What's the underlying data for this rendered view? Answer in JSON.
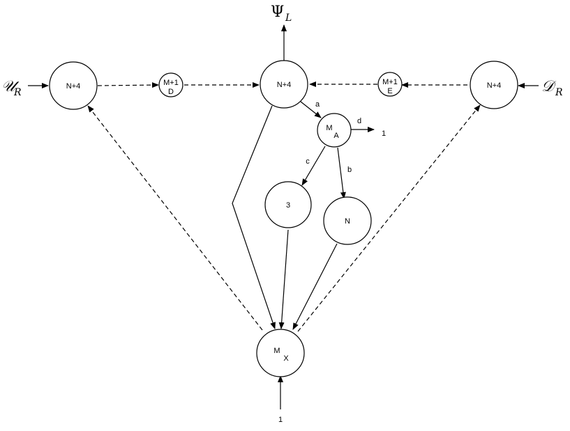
{
  "inputs": {
    "left_main": "𝒰",
    "left_sub": "R",
    "right_main": "𝒟",
    "right_sub": "R",
    "top_main": "Ψ",
    "top_sub": "L"
  },
  "nodes": {
    "left": "N+4",
    "center": "N+4",
    "right": "N+4",
    "small_d_top": "M+1",
    "small_d_bottom": "D",
    "small_e_top": "M+1",
    "small_e_bottom": "E",
    "ma_main": "M",
    "ma_sub": "A",
    "three": "3",
    "n": "N",
    "mx_main": "M",
    "mx_sub": "X"
  },
  "edge_labels": {
    "a": "a",
    "b": "b",
    "c": "c",
    "d": "d"
  },
  "outputs": {
    "d_out": "1",
    "bottom_in": "1"
  }
}
